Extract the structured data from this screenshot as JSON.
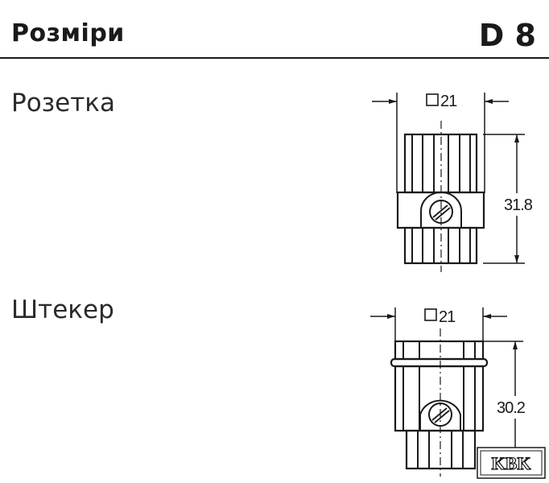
{
  "header": {
    "title": "Розміри",
    "code": "D 8"
  },
  "socket": {
    "label": "Розетка",
    "width_dim": "21",
    "height_dim": "31.8"
  },
  "plug": {
    "label": "Штекер",
    "width_dim": "21",
    "height_dim": "30.2"
  },
  "logo": {
    "text": "KBK"
  }
}
